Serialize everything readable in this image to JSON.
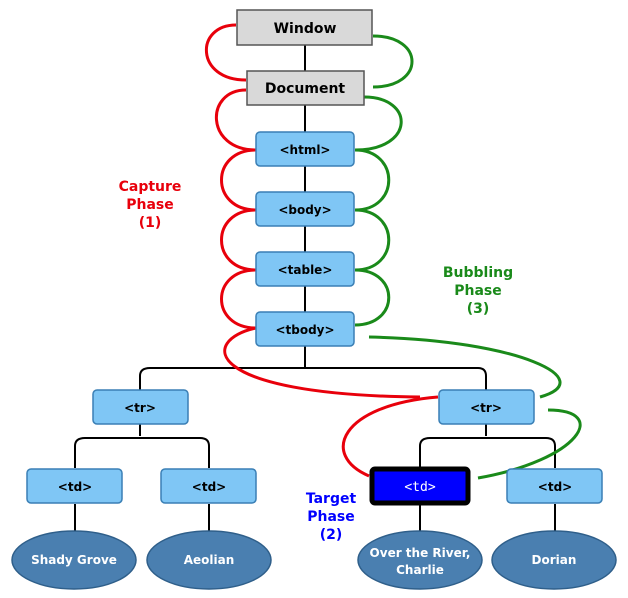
{
  "colors": {
    "capture": "#e8000b",
    "bubbling": "#1a8a1a",
    "target": "#0000ff",
    "node_gray": "#d9d9d9",
    "node_blue": "#7fc6f5",
    "leaf": "#4a7fb0"
  },
  "nodes": {
    "window": "Window",
    "document": "Document",
    "html": "<html>",
    "body": "<body>",
    "table": "<table>",
    "tbody": "<tbody>",
    "tr_left": "<tr>",
    "tr_right": "<tr>",
    "td_1": "<td>",
    "td_2": "<td>",
    "td_target": "<td>",
    "td_4": "<td>"
  },
  "leaves": {
    "leaf_1": "Shady Grove",
    "leaf_2": "Aeolian",
    "leaf_3_line1": "Over the River,",
    "leaf_3_line2": "Charlie",
    "leaf_4": "Dorian"
  },
  "phases": {
    "capture_line1": "Capture",
    "capture_line2": "Phase",
    "capture_line3": "(1)",
    "target_line1": "Target",
    "target_line2": "Phase",
    "target_line3": "(2)",
    "bubbling_line1": "Bubbling",
    "bubbling_line2": "Phase",
    "bubbling_line3": "(3)"
  }
}
